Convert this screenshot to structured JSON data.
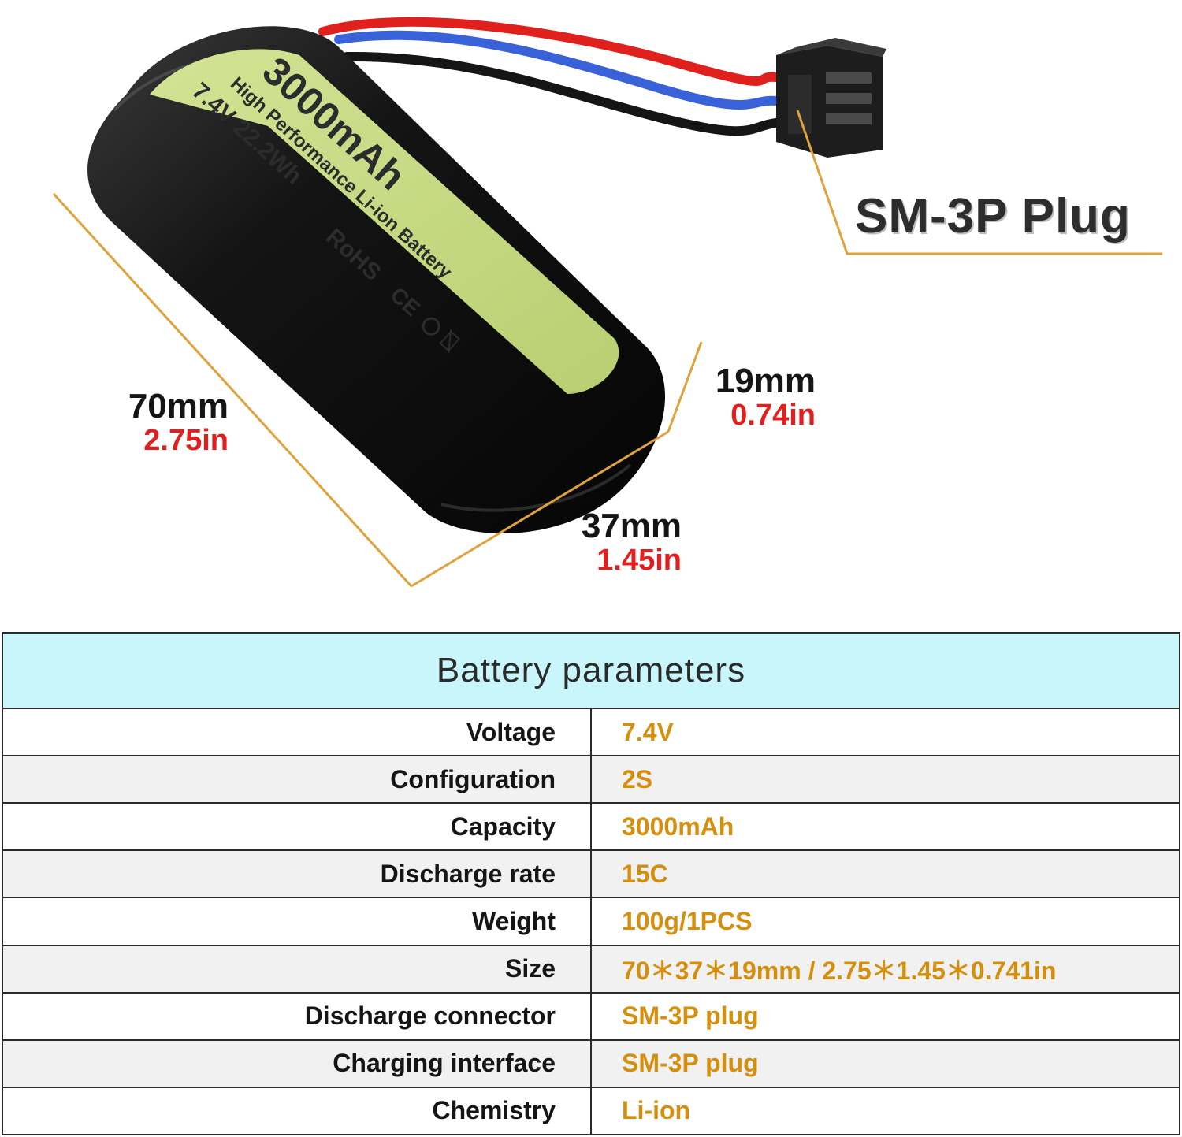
{
  "battery_label": {
    "capacity": "3000mAh",
    "description": "High Performance Li-ion Battery",
    "rating": "7.4V 22.2Wh",
    "certification": "RoHS",
    "ce_mark": "CE"
  },
  "dimensions": {
    "length": {
      "mm": "70mm",
      "in": "2.75in"
    },
    "width": {
      "mm": "37mm",
      "in": "1.45in"
    },
    "height": {
      "mm": "19mm",
      "in": "0.74in"
    }
  },
  "plug_callout": "SM-3P Plug",
  "colors": {
    "accent_orange": "#d48f0e",
    "dimension_red": "#e21e1e",
    "dimension_line": "#e0a23a",
    "table_header_bg": "#c9f6fb",
    "label_green": "#c3d67e",
    "wire_red": "#e0201c",
    "wire_blue": "#3a62d8"
  },
  "table": {
    "title": "Battery parameters",
    "rows": [
      {
        "label": "Voltage",
        "value": "7.4V"
      },
      {
        "label": "Configuration",
        "value": "2S"
      },
      {
        "label": "Capacity",
        "value": "3000mAh"
      },
      {
        "label": "Discharge rate",
        "value": "15C"
      },
      {
        "label": "Weight",
        "value": "100g/1PCS"
      },
      {
        "label": "Size",
        "value": "70＊37＊19mm / 2.75＊1.45＊0.741in"
      },
      {
        "label": "Discharge connector",
        "value": "SM-3P plug"
      },
      {
        "label": "Charging interface",
        "value": "SM-3P plug"
      },
      {
        "label": "Chemistry",
        "value": "Li-ion"
      }
    ]
  }
}
